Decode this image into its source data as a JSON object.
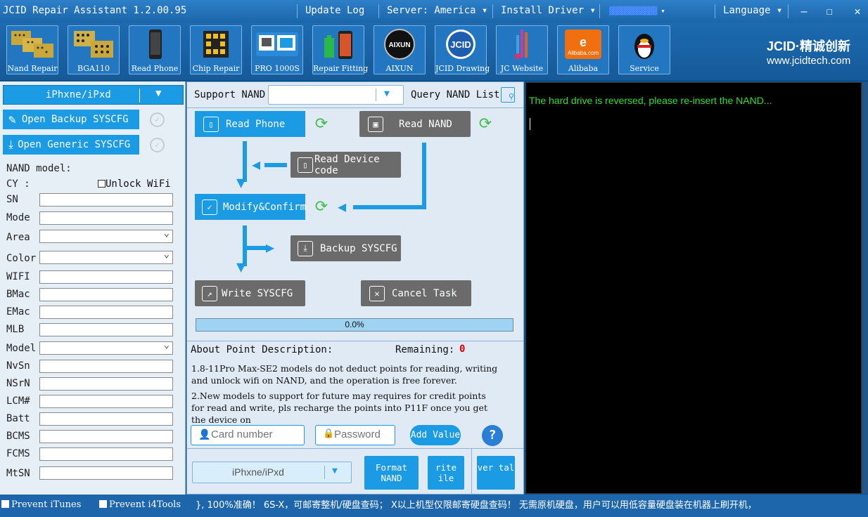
{
  "app": {
    "title": "JCID Repair Assistant 1.2.00.95"
  },
  "menu": {
    "update_log": "Update Log",
    "server": "Server: America",
    "install_driver": "Install Driver",
    "account": "▓▓▓▓▓▓▓▓▓▓▓▓",
    "language": "Language"
  },
  "toolbar": {
    "items": [
      {
        "label": "Nand Repair",
        "icon": "nand-chip-icon"
      },
      {
        "label": "BGA110",
        "icon": "bga-chip-icon"
      },
      {
        "label": "Read Phone",
        "icon": "phone-icon"
      },
      {
        "label": "Chip Repair",
        "icon": "chip-icon"
      },
      {
        "label": "PRO 1000S",
        "icon": "programmer-device-icon"
      },
      {
        "label": "Repair Fitting",
        "icon": "battery-phone-icon"
      },
      {
        "label": "AIXUN",
        "icon": "aixun-logo-icon"
      },
      {
        "label": "JCID Drawing",
        "icon": "jcid-logo-icon"
      },
      {
        "label": "JC Website",
        "icon": "website-icon"
      },
      {
        "label": "Alibaba",
        "icon": "alibaba-logo-icon"
      },
      {
        "label": "Service",
        "icon": "penguin-icon"
      }
    ]
  },
  "logo": {
    "brand": "JCID·精诚创新",
    "url": "www.jcidtech.com"
  },
  "left": {
    "device_select": "iPhxne/iPxd",
    "open_backup": "Open Backup SYSCFG",
    "open_generic": "Open Generic SYSCFG",
    "nand_model": "NAND model:",
    "cy": "CY :",
    "unlock_wifi": "Unlock WiFi",
    "fields": [
      "SN",
      "Mode",
      "Area",
      "Color",
      "WIFI",
      "BMac",
      "EMac",
      "MLB",
      "Model",
      "NvSn",
      "NSrN",
      "LCM#",
      "Batt",
      "BCMS",
      "FCMS",
      "MtSN"
    ]
  },
  "mid": {
    "support_nand": "Support NAND",
    "query_nand": "Query NAND List",
    "read_phone": "Read Phone",
    "read_nand": "Read NAND",
    "read_device_code": "Read Device code",
    "modify_confirm": "Modify&Confirm",
    "backup_syscfg": "Backup SYSCFG",
    "write_syscfg": "Write SYSCFG",
    "cancel_task": "Cancel Task",
    "progress": "0.0%",
    "about": "About Point Description:",
    "remaining_label": "Remaining:",
    "remaining_value": "0",
    "desc1": "1.8-11Pro Max-SE2 models do not deduct points for reading, writing and unlock wifi on NAND, and the operation is free forever.",
    "desc2": "2.New models to support for future may requires for credit points for read and write, pls recharge the points into P11F once you get the device on",
    "card_placeholder": "Card number",
    "password_placeholder": "Password",
    "add_value": "Add Value",
    "bottom_select": "iPhxne/iPxd",
    "format_nand": "Format NAND",
    "write_file": "rite ile",
    "over_total": "ver tal"
  },
  "console": {
    "message": "The hard drive is reversed, please re-insert the NAND..."
  },
  "bottom": {
    "prevent_itunes": "Prevent iTunes",
    "prevent_i4": "Prevent i4Tools",
    "marquee": "}, 100%准确！ 6S-X，可邮寄整机/硬盘查码； X以上机型仅限邮寄硬盘查码！ 无需原机硬盘，用户可以用低容量硬盘装在机器上刷开机，"
  },
  "colors": {
    "accent": "#1b9be3",
    "console_text": "#2de02d",
    "remaining": "#e00000"
  }
}
